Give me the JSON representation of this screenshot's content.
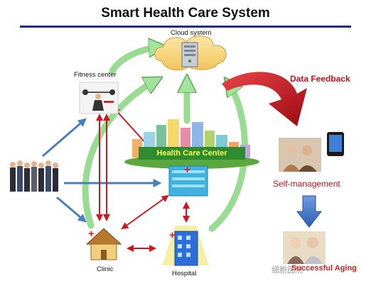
{
  "title": "Smart Health Care System",
  "nodes": {
    "cloud": "Cloud system",
    "fitness": "Fitness center",
    "health_center": "Health Care Center",
    "clinic": "Clinic",
    "hospital": "Hospital",
    "self_management": "Self-management",
    "successful_aging": "Successful Aging"
  },
  "feedback_label": "Data Feedback",
  "watermark": "细胞医院",
  "colors": {
    "title_rule": "#1f2a8f",
    "red_arrow": "#d0161e",
    "blue_arrow": "#4a7fbf",
    "green_arrow": "#7fd07a",
    "hcc_banner": "#2e8b2e",
    "hcc_text": "#f6ff5a"
  }
}
